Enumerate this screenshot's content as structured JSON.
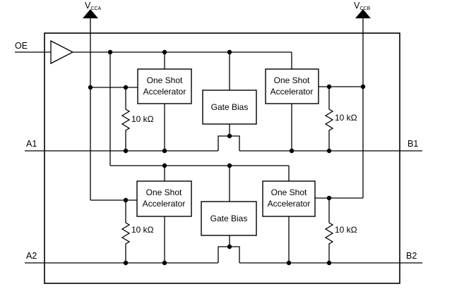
{
  "supplies": {
    "vcca_main": "V",
    "vcca_sub": "CCA",
    "vccb_main": "V",
    "vccb_sub": "CCB"
  },
  "pins": {
    "oe": "OE",
    "a1": "A1",
    "b1": "B1",
    "a2": "A2",
    "b2": "B2"
  },
  "blocks": {
    "accel_line1": "One Shot",
    "accel_line2": "Accelerator",
    "gate_bias": "Gate Bias"
  },
  "resistor_label": "10 kΩ"
}
